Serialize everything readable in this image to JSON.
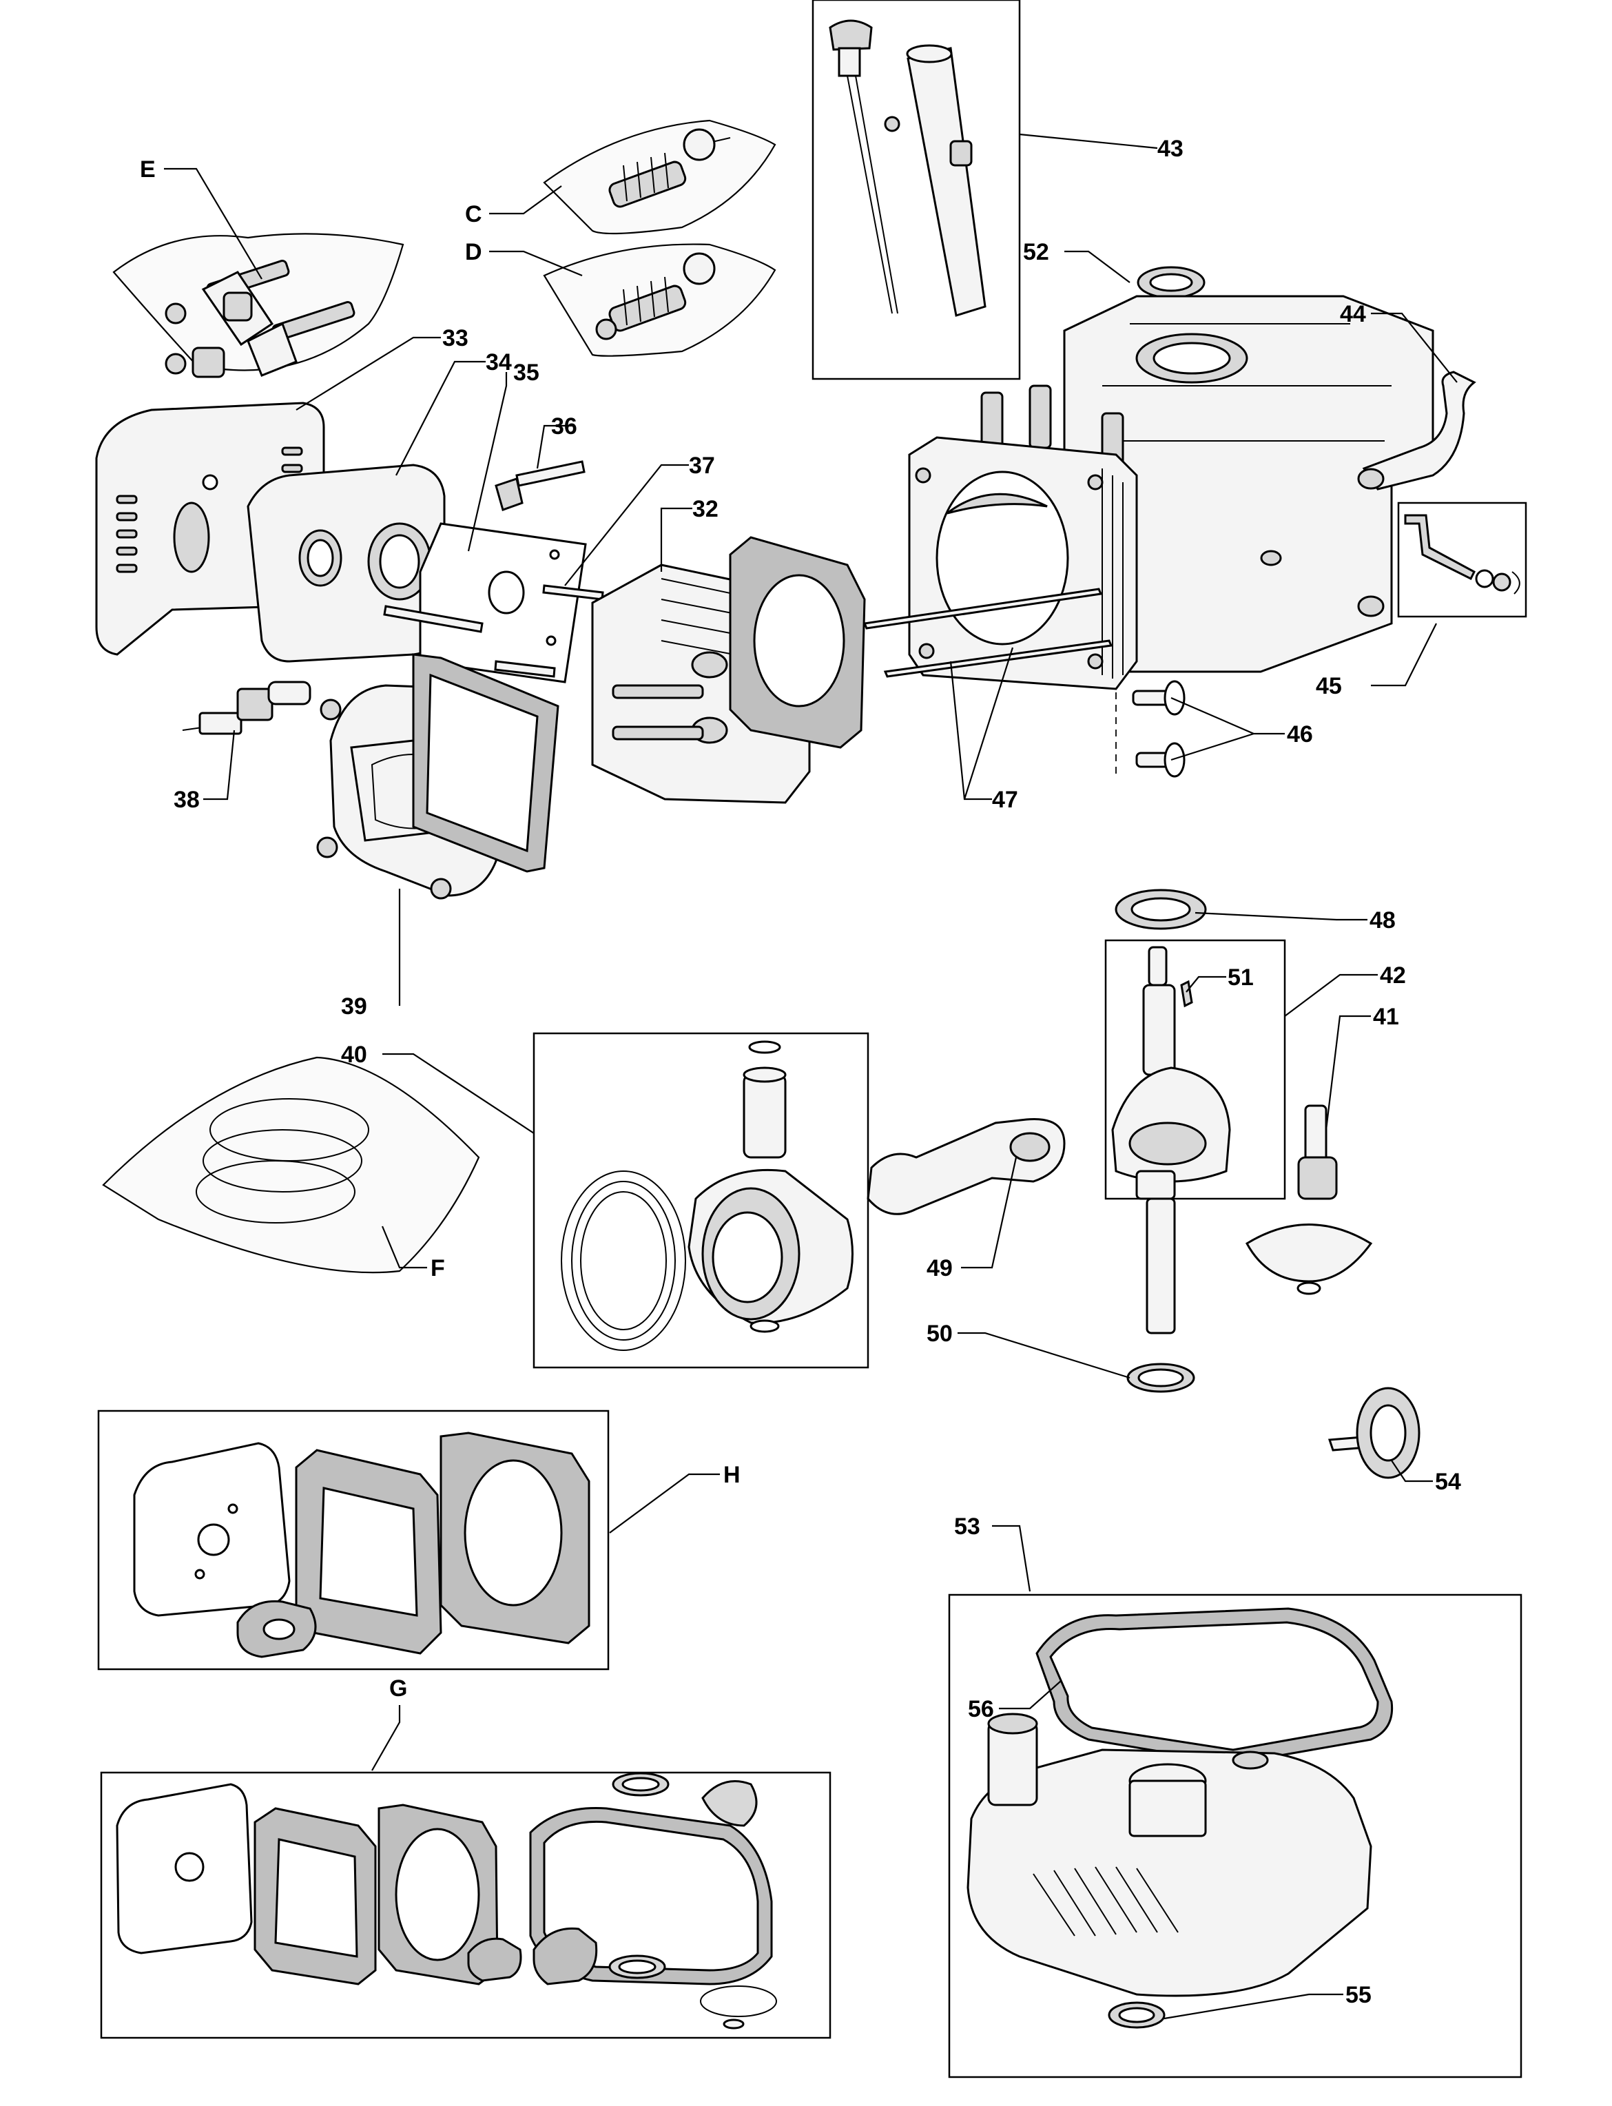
{
  "callouts": {
    "c_E": "E",
    "c_C": "C",
    "c_D": "D",
    "c_43": "43",
    "c_52": "52",
    "c_44": "44",
    "c_33": "33",
    "c_34": "34",
    "c_35": "35",
    "c_36": "36",
    "c_37": "37",
    "c_32": "32",
    "c_38": "38",
    "c_45": "45",
    "c_46": "46",
    "c_47": "47",
    "c_39": "39",
    "c_48": "48",
    "c_51": "51",
    "c_42": "42",
    "c_41": "41",
    "c_40": "40",
    "c_F": "F",
    "c_49": "49",
    "c_50": "50",
    "c_H": "H",
    "c_54": "54",
    "c_53": "53",
    "c_56": "56",
    "c_G": "G",
    "c_55": "55"
  }
}
